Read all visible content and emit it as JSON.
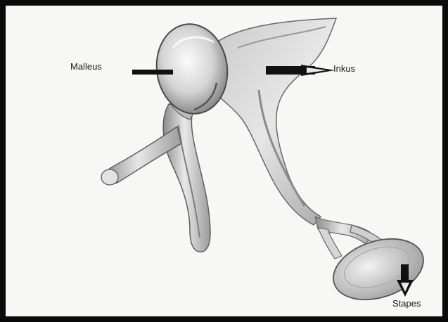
{
  "labels": {
    "malleus": "Malleus",
    "incus": "Inkus",
    "stapes": "Stapes"
  },
  "colors": {
    "frame": "#0a0a0a",
    "paper": "#f7f7f5",
    "bone_light": "#e4e4e4",
    "bone_mid": "#b9b9b9",
    "bone_dark": "#6e6e6e",
    "arrow": "#111111"
  }
}
